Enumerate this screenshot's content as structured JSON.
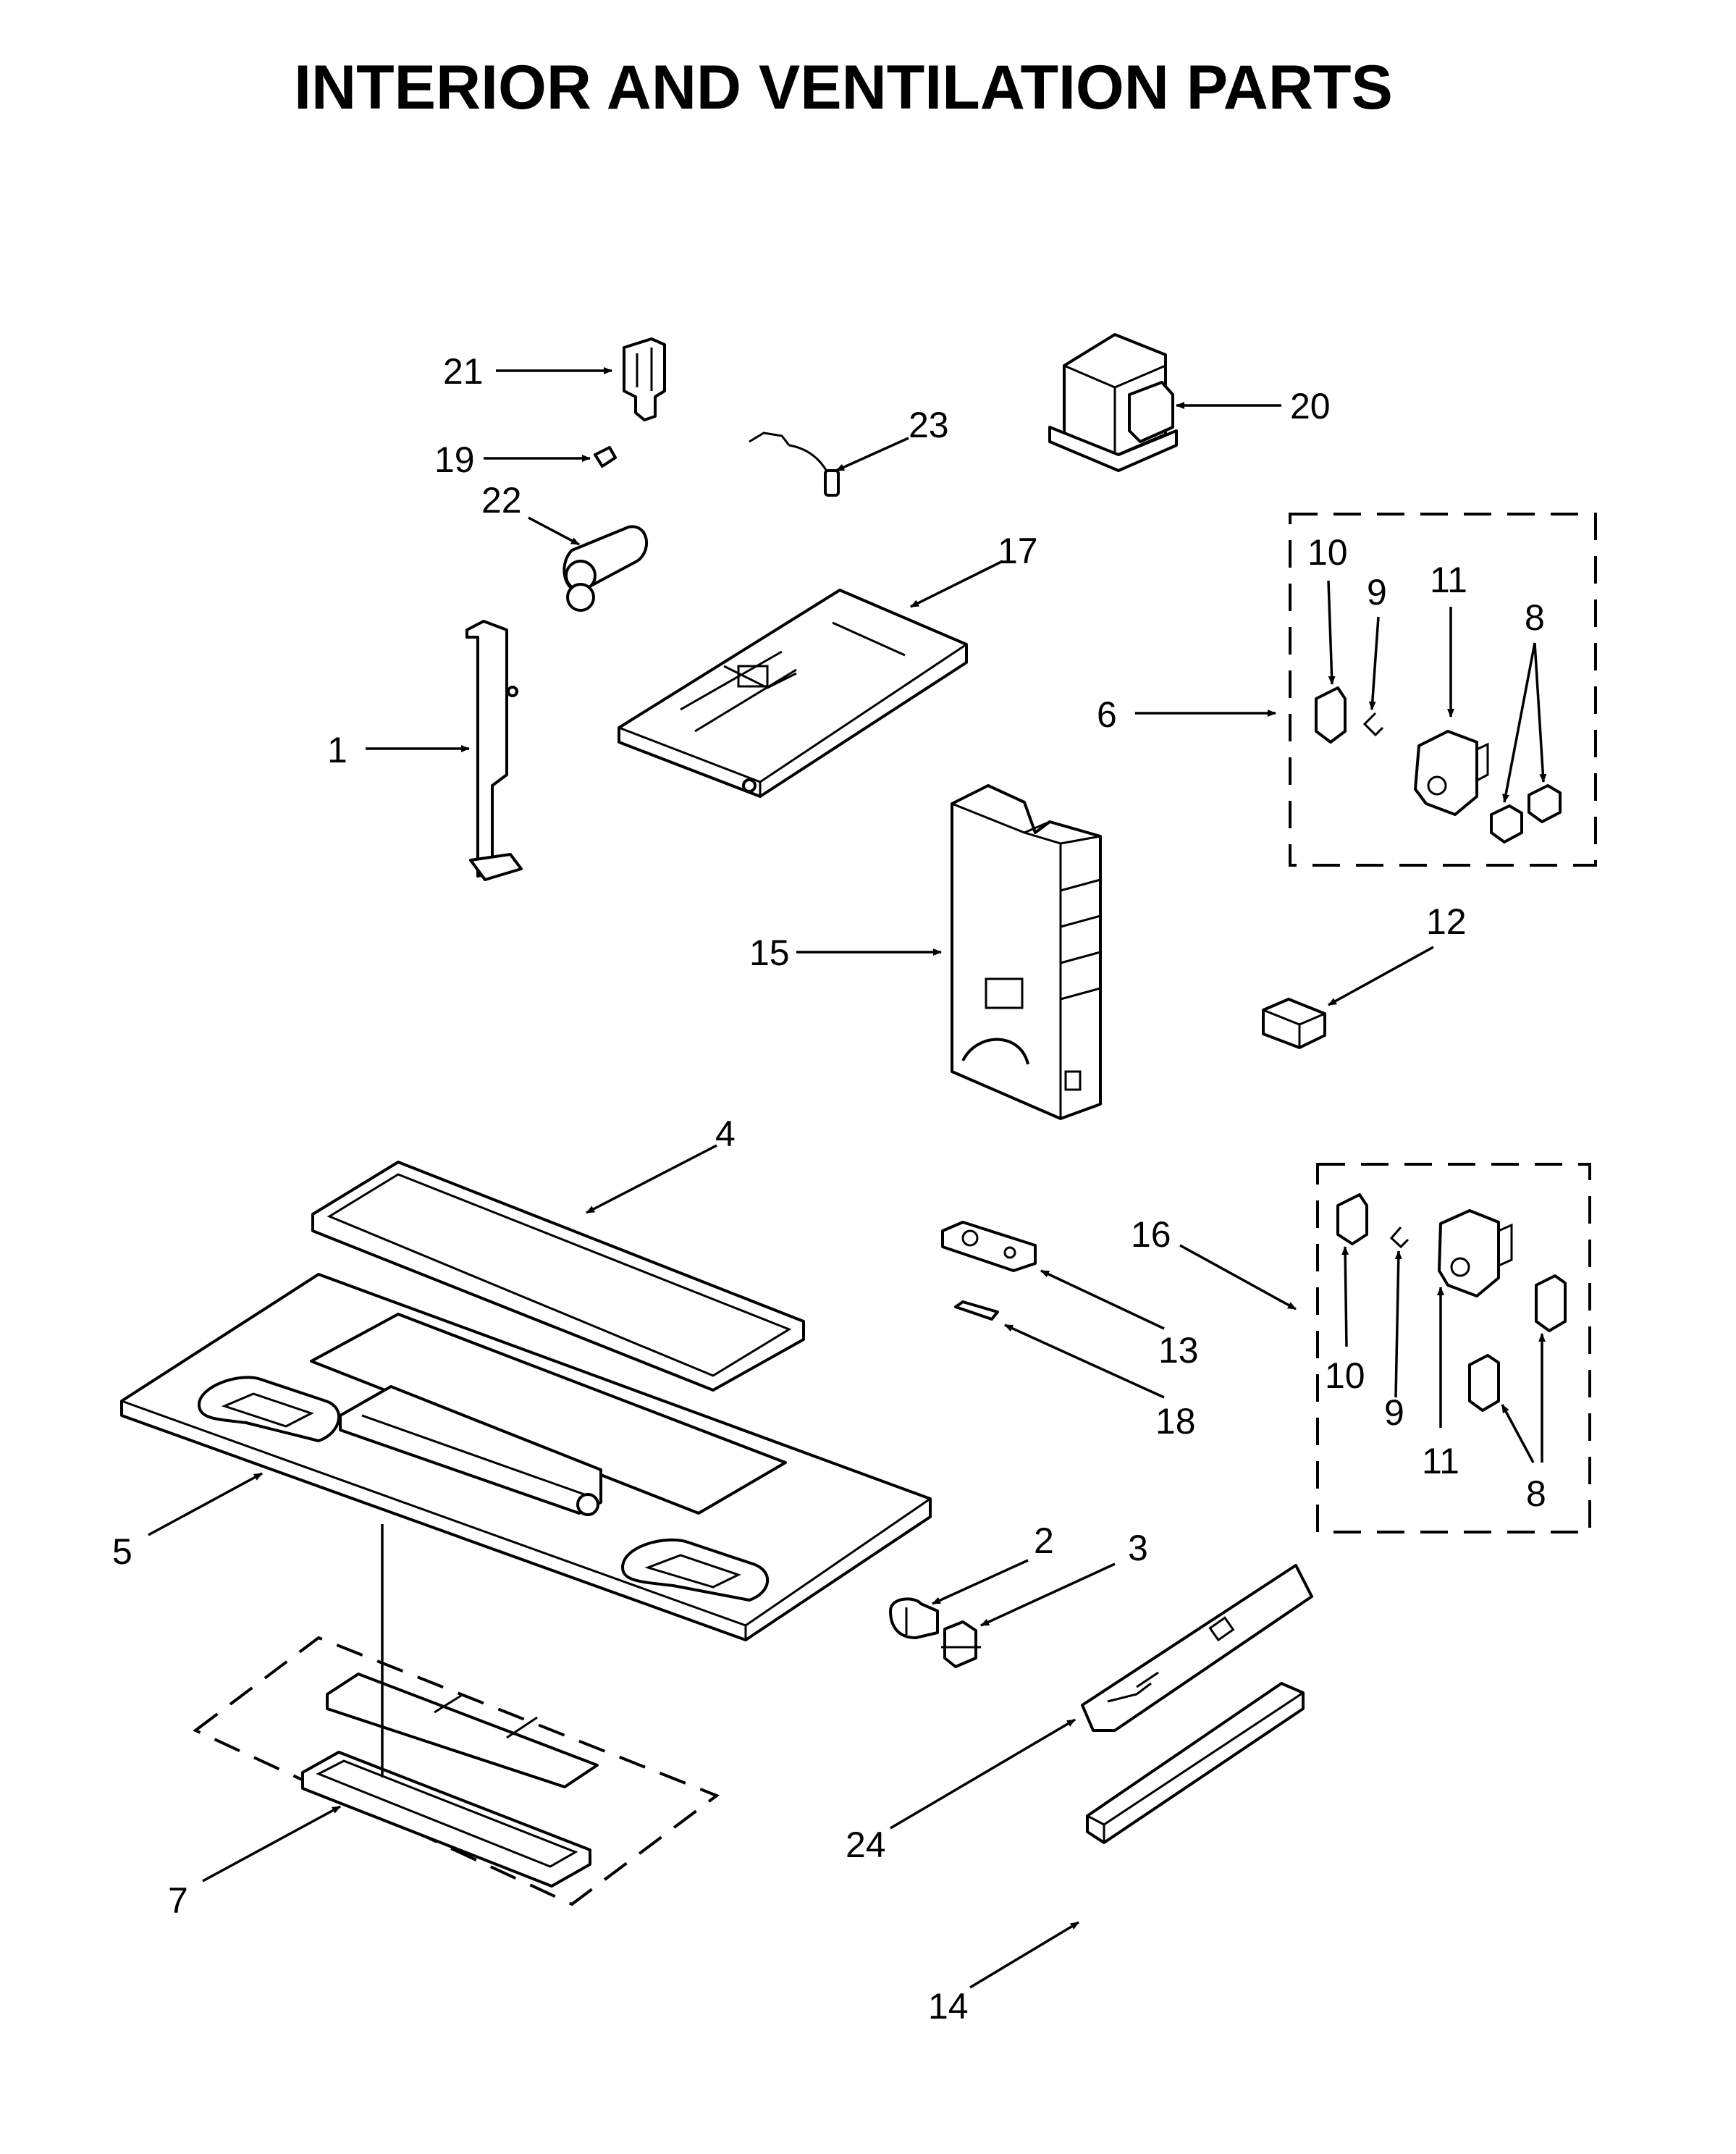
{
  "title": "INTERIOR AND VENTILATION PARTS",
  "callouts": {
    "c1": "1",
    "c2": "2",
    "c3": "3",
    "c4": "4",
    "c5": "5",
    "c6": "6",
    "c7": "7",
    "c8a": "8",
    "c8b": "8",
    "c9a": "9",
    "c9b": "9",
    "c10a": "10",
    "c10b": "10",
    "c11a": "11",
    "c11b": "11",
    "c12": "12",
    "c13": "13",
    "c14": "14",
    "c15": "15",
    "c16": "16",
    "c17": "17",
    "c18": "18",
    "c19": "19",
    "c20": "20",
    "c21": "21",
    "c22": "22",
    "c23": "23",
    "c24": "24"
  }
}
